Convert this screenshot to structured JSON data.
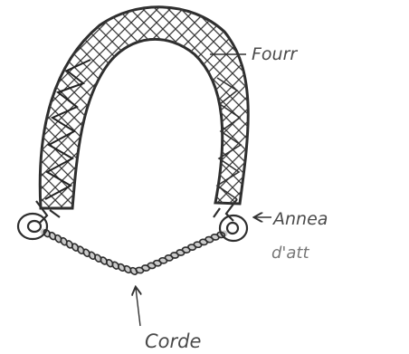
{
  "diagram": {
    "labels": {
      "sheath": "Fourr",
      "ring_line1": "Annea",
      "ring_line2": "d'att",
      "cord": "Corde"
    },
    "colors": {
      "ink": "#2e2e2e",
      "faint_ink": "#6a6a6a",
      "background": "#ffffff"
    }
  }
}
